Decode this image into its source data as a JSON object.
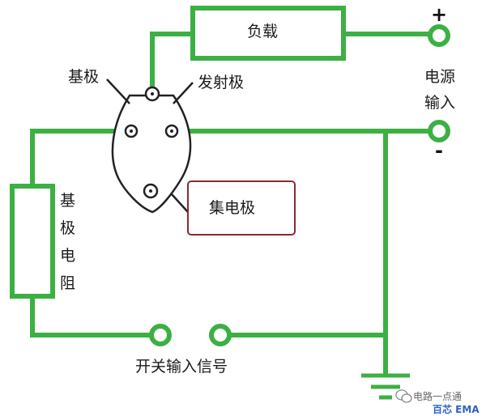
{
  "labels": {
    "load": "负载",
    "base": "基极",
    "emitter": "发射极",
    "collector": "集电极",
    "power_input_line1": "电源",
    "power_input_line2": "输入",
    "base_resistor_chars": [
      "基",
      "极",
      "电",
      "阻"
    ],
    "switch_input": "开关输入信号",
    "plus": "+",
    "minus": "-"
  },
  "watermark": {
    "name": "电路一点通",
    "brand": "百芯 EMA"
  },
  "colors": {
    "wire": "#3cb043",
    "outline": "#222222",
    "collector_box": "#8b2a35"
  },
  "icons": {
    "ground": "ground-symbol",
    "terminal": "terminal-ring",
    "watermark": "wechat-icon"
  }
}
